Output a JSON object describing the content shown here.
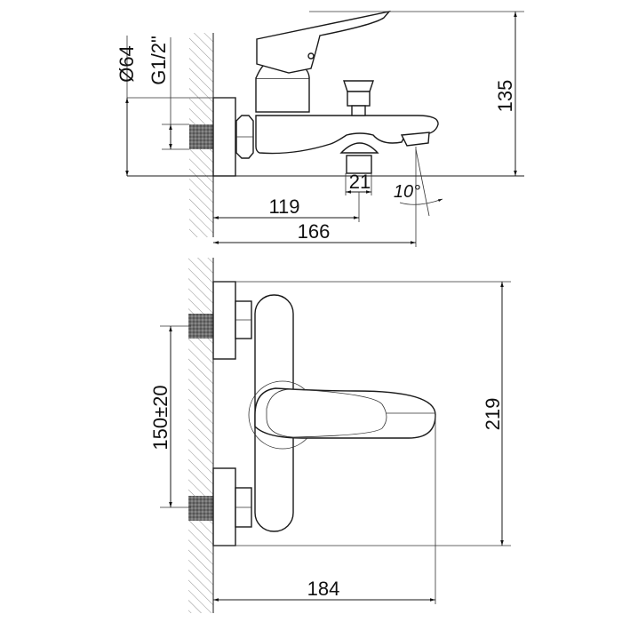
{
  "side_view": {
    "dimensions": {
      "height_total": "135",
      "flange_diameter": "Ø64",
      "thread": "G1/2\"",
      "outlet_width": "21",
      "outlet_distance": "119",
      "spout_reach": "166",
      "spout_angle": "10°"
    }
  },
  "front_view": {
    "dimensions": {
      "height_total": "219",
      "inlet_spacing": "150±20",
      "depth_total": "184"
    }
  },
  "colors": {
    "line": "#1a1a1a",
    "background": "#ffffff"
  }
}
